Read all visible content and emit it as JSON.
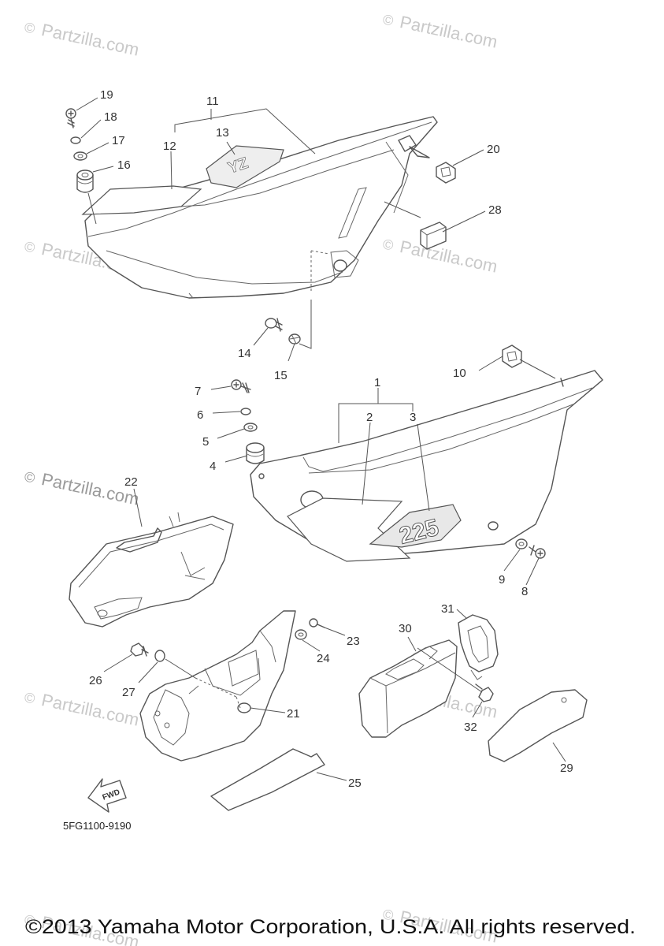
{
  "diagram": {
    "callouts": [
      "1",
      "2",
      "3",
      "4",
      "5",
      "6",
      "7",
      "8",
      "9",
      "10",
      "11",
      "12",
      "13",
      "14",
      "15",
      "16",
      "17",
      "18",
      "19",
      "20",
      "21",
      "22",
      "23",
      "24",
      "25",
      "26",
      "27",
      "28",
      "29",
      "30",
      "31",
      "32"
    ],
    "decal_225": "225",
    "decal_yz": "YZ",
    "fwd_label": "FWD",
    "diagram_code": "5FG1100-9190",
    "copyright": "©2013 Yamaha Motor Corporation, U.S.A. All rights reserved.",
    "watermark": "Partzilla.com",
    "watermark_symbol": "©"
  },
  "colors": {
    "line": "#555555",
    "watermark": "#c9c9c9",
    "text": "#111111"
  }
}
